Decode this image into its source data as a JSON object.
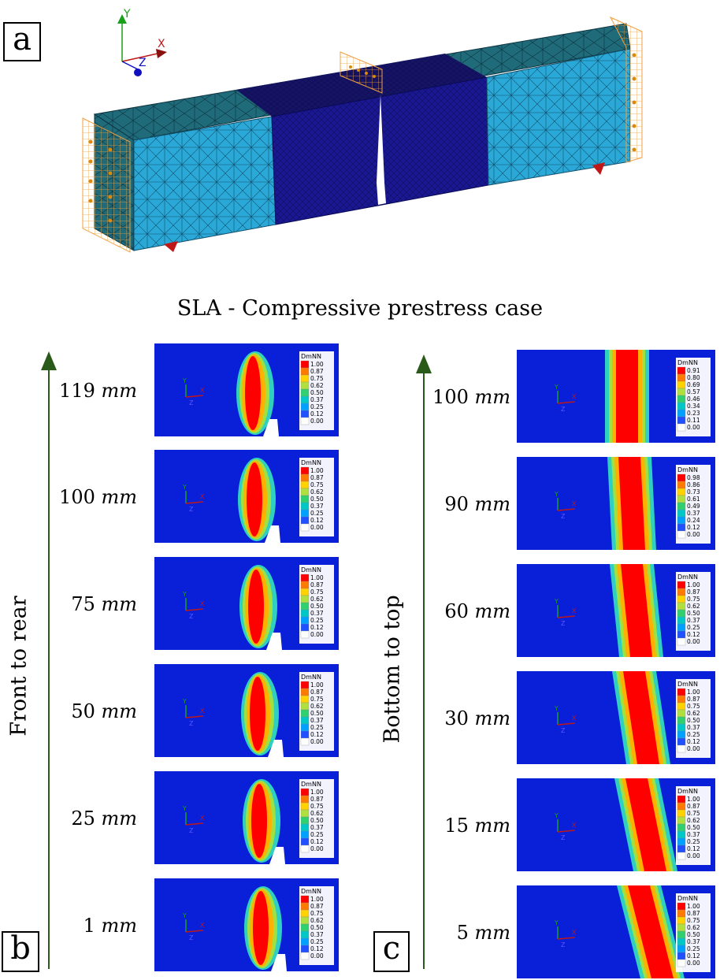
{
  "panels": {
    "a": "a",
    "b": "b",
    "c": "c"
  },
  "mesh_axes": {
    "y": "Y",
    "x": "X",
    "z": "Z"
  },
  "subtitle": "SLA - Compressive prestress case",
  "axes_labels": {
    "front_to_rear": "Front to rear",
    "bottom_to_top": "Bottom to top"
  },
  "unit": "mm",
  "snapshot_axes": {
    "y": "Y",
    "x": "X",
    "z": "Z"
  },
  "legend_title": "DmNN",
  "colors": {
    "background_field": "#0a1fd8",
    "arrow_green": "#2a5a1a",
    "mesh_light": "#2aa8d8",
    "mesh_dark": "#1a1890",
    "mesh_top": "#1f6b7a"
  },
  "front_to_rear": [
    {
      "depth": "119",
      "legend": [
        "1.00",
        "0.87",
        "0.75",
        "0.62",
        "0.50",
        "0.37",
        "0.25",
        "0.12",
        "0.00"
      ]
    },
    {
      "depth": "100",
      "legend": [
        "1.00",
        "0.87",
        "0.75",
        "0.62",
        "0.50",
        "0.37",
        "0.25",
        "0.12",
        "0.00"
      ]
    },
    {
      "depth": "75",
      "legend": [
        "1.00",
        "0.87",
        "0.75",
        "0.62",
        "0.50",
        "0.37",
        "0.25",
        "0.12",
        "0.00"
      ]
    },
    {
      "depth": "50",
      "legend": [
        "1.00",
        "0.87",
        "0.75",
        "0.62",
        "0.50",
        "0.37",
        "0.25",
        "0.12",
        "0.00"
      ]
    },
    {
      "depth": "25",
      "legend": [
        "1.00",
        "0.87",
        "0.75",
        "0.62",
        "0.50",
        "0.37",
        "0.25",
        "0.12",
        "0.00"
      ]
    },
    {
      "depth": "1",
      "legend": [
        "1.00",
        "0.87",
        "0.75",
        "0.62",
        "0.50",
        "0.37",
        "0.25",
        "0.12",
        "0.00"
      ]
    }
  ],
  "bottom_to_top": [
    {
      "depth": "100",
      "legend": [
        "0.91",
        "0.80",
        "0.69",
        "0.57",
        "0.46",
        "0.34",
        "0.23",
        "0.11",
        "0.00"
      ]
    },
    {
      "depth": "90",
      "legend": [
        "0.98",
        "0.86",
        "0.73",
        "0.61",
        "0.49",
        "0.37",
        "0.24",
        "0.12",
        "0.00"
      ]
    },
    {
      "depth": "60",
      "legend": [
        "1.00",
        "0.87",
        "0.75",
        "0.62",
        "0.50",
        "0.37",
        "0.25",
        "0.12",
        "0.00"
      ]
    },
    {
      "depth": "30",
      "legend": [
        "1.00",
        "0.87",
        "0.75",
        "0.62",
        "0.50",
        "0.37",
        "0.25",
        "0.12",
        "0.00"
      ]
    },
    {
      "depth": "15",
      "legend": [
        "1.00",
        "0.87",
        "0.75",
        "0.62",
        "0.50",
        "0.37",
        "0.25",
        "0.12",
        "0.00"
      ]
    },
    {
      "depth": "5",
      "legend": [
        "1.00",
        "0.87",
        "0.75",
        "0.62",
        "0.50",
        "0.37",
        "0.25",
        "0.12",
        "0.00"
      ]
    }
  ]
}
